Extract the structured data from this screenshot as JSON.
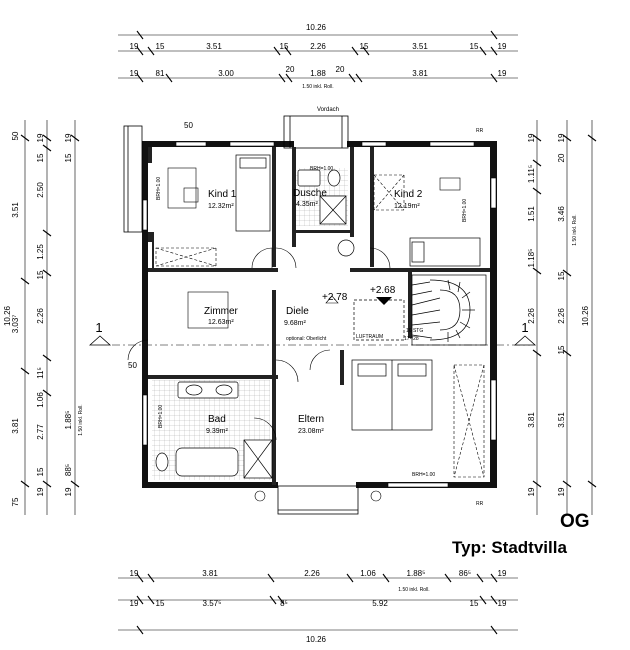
{
  "drawing": {
    "floor": "OG",
    "type": "Typ: Stadtvilla",
    "section_marker": "1",
    "vordach": "Vordach"
  },
  "dims_top": {
    "total": "10.26",
    "row1": [
      "19",
      "15",
      "3.51",
      "15",
      "2.26",
      "15",
      "3.51",
      "15",
      "19"
    ],
    "row2": [
      "19",
      "81",
      "3.00",
      "20",
      "1.88",
      "20",
      "3.81",
      "19"
    ],
    "note": "1.50 inkl. Roll."
  },
  "dims_bottom": {
    "total": "10.26",
    "row1": [
      "19",
      "3.81",
      "2.26",
      "1.06",
      "1.88⁵",
      "86⁵",
      "19"
    ],
    "row2": [
      "19",
      "15",
      "3.57⁵",
      "8⁵",
      "5.92",
      "15",
      "19"
    ],
    "note": "1.50 inkl. Roll."
  },
  "dims_left": {
    "total": "10.26",
    "outer": [
      "50",
      "3.51",
      "3.03⁷",
      "3.81",
      "75"
    ],
    "mid": [
      "19",
      "15",
      "2.50",
      "1.25",
      "15",
      "2.26",
      "11⁵",
      "1.06",
      "2.77",
      "15",
      "19"
    ],
    "inner": [
      "19",
      "15",
      "1.88⁵",
      "88⁵",
      "19"
    ],
    "note": "1.50 inkl. Roll.",
    "fifty": "50"
  },
  "dims_right": {
    "total": "10.26",
    "outer": [
      "19",
      "20",
      "3.46",
      "15",
      "2.26",
      "15",
      "3.51",
      "19"
    ],
    "mid": [
      "19",
      "1.11⁵",
      "1.51",
      "1.18⁵",
      "2.26",
      "3.81",
      "19"
    ],
    "note": "1.50 inkl. Roll."
  },
  "rooms": [
    {
      "name": "Kind 1",
      "area": "12.32m²"
    },
    {
      "name": "Dusche",
      "area": "4.35m²"
    },
    {
      "name": "Kind 2",
      "area": "12.19m²"
    },
    {
      "name": "Zimmer",
      "area": "12.63m²"
    },
    {
      "name": "Diele",
      "area": "9.68m²"
    },
    {
      "name": "Bad",
      "area": "9.39m²"
    },
    {
      "name": "Eltern",
      "area": "23.08m²"
    }
  ],
  "levels": {
    "diele": "+2.78",
    "stair": "+2.68"
  },
  "labels": {
    "brh": "BRH=1.00",
    "stair": "16 STG",
    "stair_ratio": "17⁹/28",
    "luftraum": "LUFTRAUM",
    "option": "optional: Oberlicht",
    "rr": "RR"
  }
}
